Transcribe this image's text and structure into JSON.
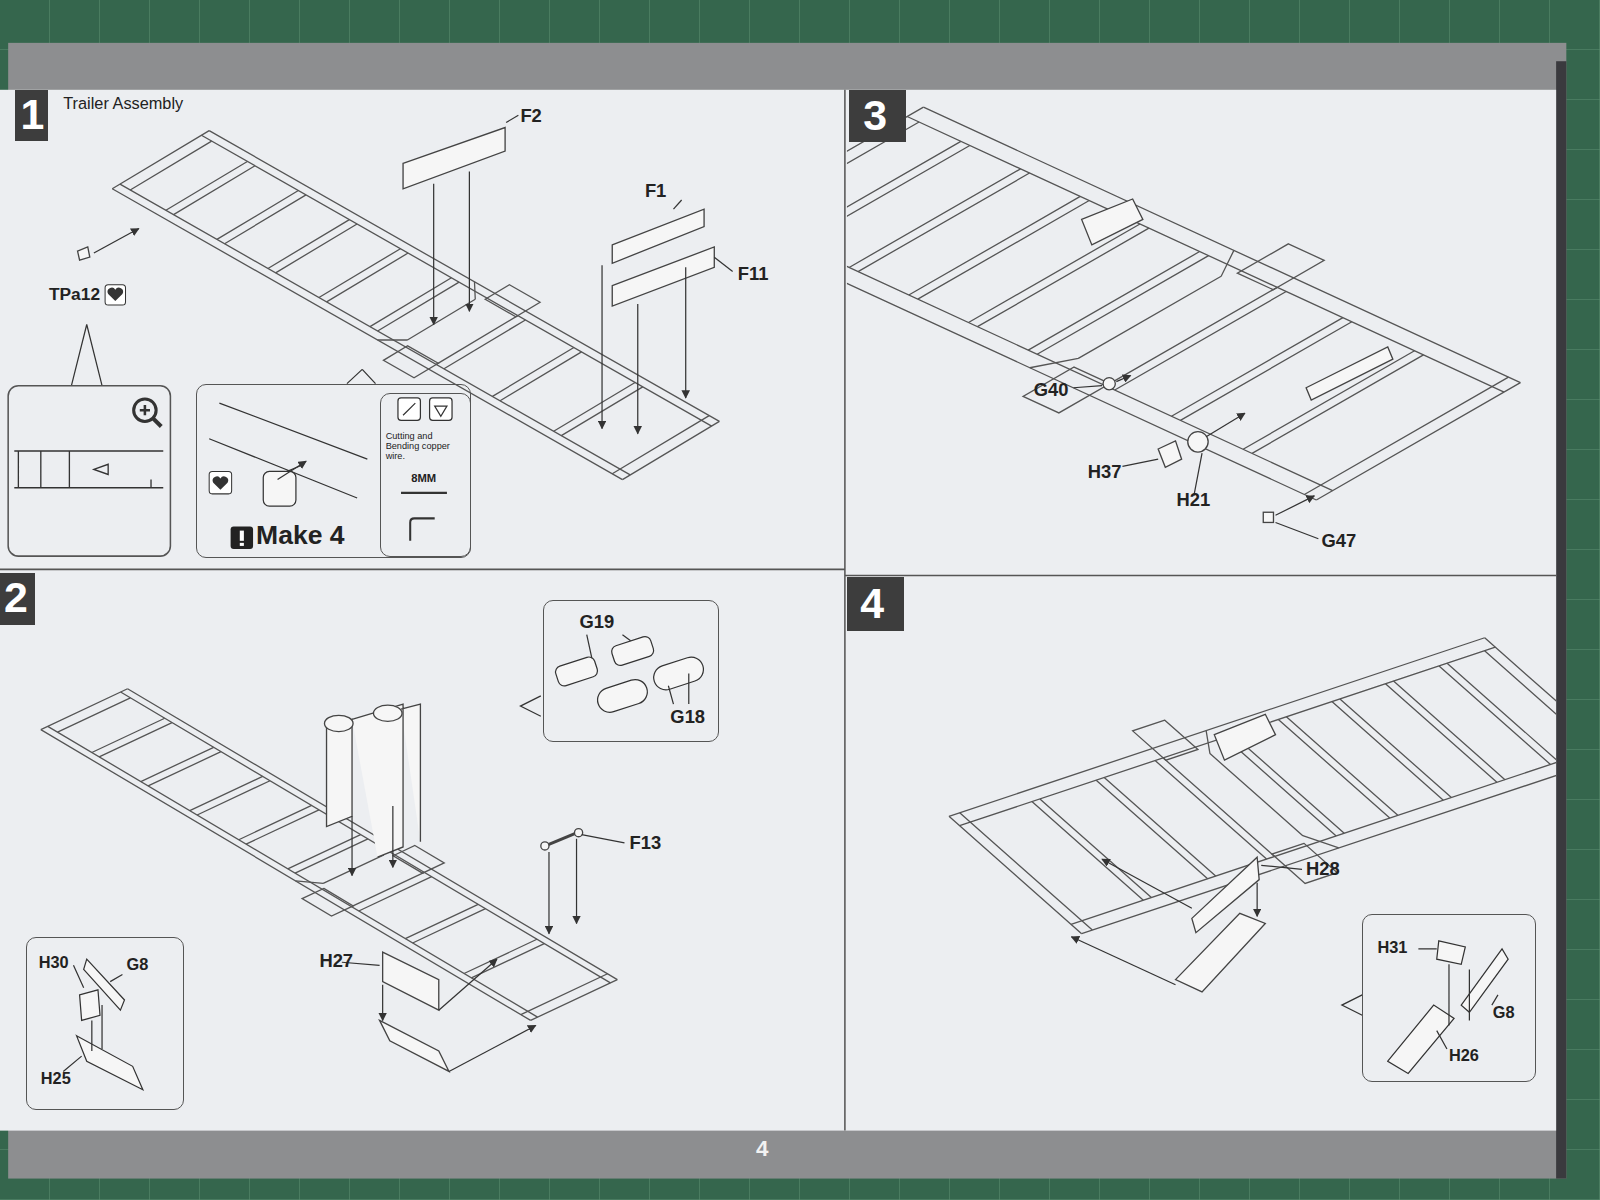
{
  "diagram": {
    "title": "Trailer Assembly",
    "nodes": [
      {
        "text": [
          "1"
        ]
      },
      {
        "text": [
          "Make 4"
        ]
      },
      {
        "text": [
          "Cutting and Bending copper wire.",
          "8MM"
        ],
        "in": 1
      },
      {
        "text": [
          "2"
        ]
      },
      {
        "text": [
          "G19",
          "G18"
        ]
      },
      {
        "text": [
          "H30",
          "G8",
          "H25"
        ]
      },
      {
        "text": [
          "3"
        ]
      },
      {
        "text": [
          "4"
        ]
      },
      {
        "text": [
          "H31",
          "G8",
          "H26"
        ]
      }
    ],
    "labels": [
      "F2",
      "F1",
      "F11",
      "TPa12",
      "F13",
      "H27",
      "G40",
      "H37",
      "H21",
      "G47",
      "H28",
      "4"
    ]
  }
}
